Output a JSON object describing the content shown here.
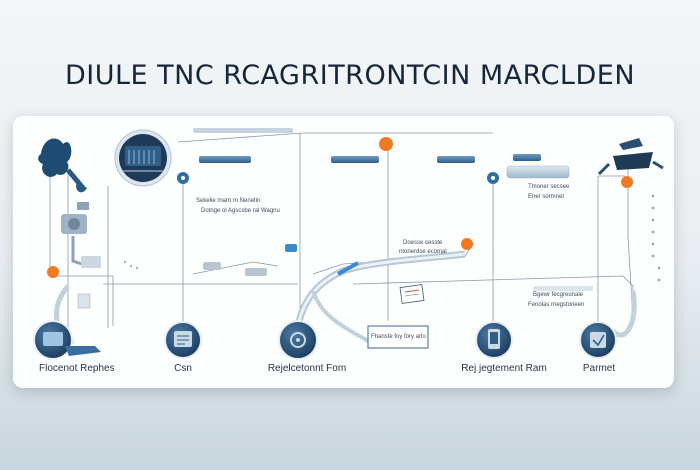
{
  "title": "DIULE TNC RCAGRITRONTCIN MARCLDEN",
  "stages": [
    {
      "label": "Flocenot Rephes"
    },
    {
      "label": "Csn"
    },
    {
      "label": "Rejelcetonnt Fom"
    },
    {
      "label": "Rej jegtement Ram"
    },
    {
      "label": "Parmet"
    }
  ],
  "notes": {
    "note1_line1": "Sekelie rnam rn Nenetin",
    "note1_line2": "Dotnge ol Agscsbe ral Wagnu",
    "note2_line1": "Doesse cesste",
    "note2_line2": "ntonerdse ecomal",
    "note3_line1": "Bgewr fecgreunale",
    "note3_line2": "Fenolas rnegstorieen",
    "box_text": "Fhanste foy fory arlo",
    "tag1": "Tmoner secsee",
    "tag2": "Ener sormnet"
  },
  "colors": {
    "accent_orange": "#ef7a22",
    "node_navy": "#1f4a72",
    "line_gray": "#8a9aaa",
    "bar_blue": "#4a7aa2"
  },
  "icons": [
    "hand-gear-icon",
    "globe-server-icon",
    "settings-icon",
    "machine-icon",
    "form-icon",
    "phone-icon",
    "gear-icon",
    "robot-icon",
    "document-icon",
    "shield-icon"
  ]
}
